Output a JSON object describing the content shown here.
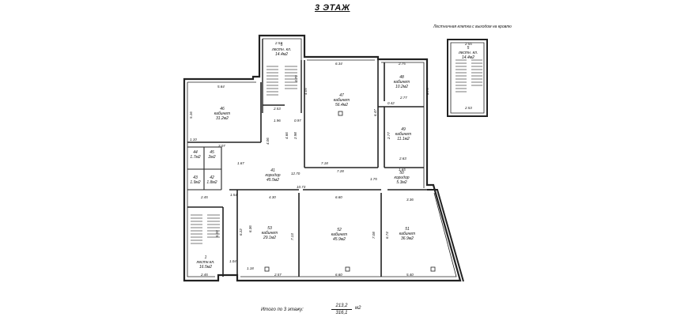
{
  "title": "3 ЭТАЖ",
  "stair_note": "Лестничная клетка с выходом на кровлю",
  "rooms": [
    {
      "id": "r47",
      "num": "47",
      "name": "кабинет",
      "area": "56.4м2"
    },
    {
      "id": "r48",
      "num": "48",
      "name": "кабинет",
      "area": "10.2м2"
    },
    {
      "id": "r49",
      "num": "49",
      "name": "кабинет",
      "area": "11.1м2"
    },
    {
      "id": "r46",
      "num": "46",
      "name": "кабинет",
      "area": "31.2м2"
    },
    {
      "id": "r41",
      "num": "41",
      "name": "коридор",
      "area": "45.5м2"
    },
    {
      "id": "r50",
      "num": "50",
      "name": "коридор",
      "area": "5.3м2"
    },
    {
      "id": "r53",
      "num": "53",
      "name": "кабинет",
      "area": "29.1м2"
    },
    {
      "id": "r52",
      "num": "52",
      "name": "кабинет",
      "area": "45.9м2"
    },
    {
      "id": "r51",
      "num": "51",
      "name": "кабинет",
      "area": "36.9м2"
    },
    {
      "id": "rs1",
      "num": "1",
      "name": "лестн.кл.",
      "area": "16.5м2"
    },
    {
      "id": "rs2",
      "num": "5",
      "name": "лестн. кл.",
      "area": "14.4м2"
    },
    {
      "id": "rs3",
      "num": "5",
      "name": "лестн. кл.",
      "area": "14.4м2"
    },
    {
      "id": "r44",
      "num": "44",
      "name": "",
      "area": "1.7м2"
    },
    {
      "id": "r45",
      "num": "45",
      "name": "",
      "area": "2м2"
    },
    {
      "id": "r43",
      "num": "43",
      "name": "",
      "area": "1.9м2"
    },
    {
      "id": "r42",
      "num": "42",
      "name": "",
      "area": "1.8м2"
    }
  ],
  "dimensions": [
    "6.34",
    "2.75",
    "2.53",
    "5.64",
    "3.70",
    "4.05",
    "3.75",
    "2.77",
    "0.42",
    "6.47",
    "5.16",
    "1.96",
    "0.97",
    "1.10",
    "3.07",
    "4.06",
    "4.66",
    "2.98",
    "2.77",
    "2.63",
    "1.67",
    "7.18",
    "1.65",
    "7.28",
    "12.70",
    "10.73",
    "6.60",
    "1.75",
    "3.36",
    "2.45",
    "1.54",
    "4.30",
    "6.22",
    "6.36",
    "7.13",
    "7.08",
    "6.74",
    "5.00",
    "1.04",
    "1.18",
    "2.57",
    "6.60",
    "5.40",
    "2.45",
    "2.53",
    "2.53",
    "2.55"
  ],
  "total": {
    "label": "Итого по 3 этажу:",
    "top": "213,2",
    "bottom": "316,1",
    "unit": "м2"
  }
}
